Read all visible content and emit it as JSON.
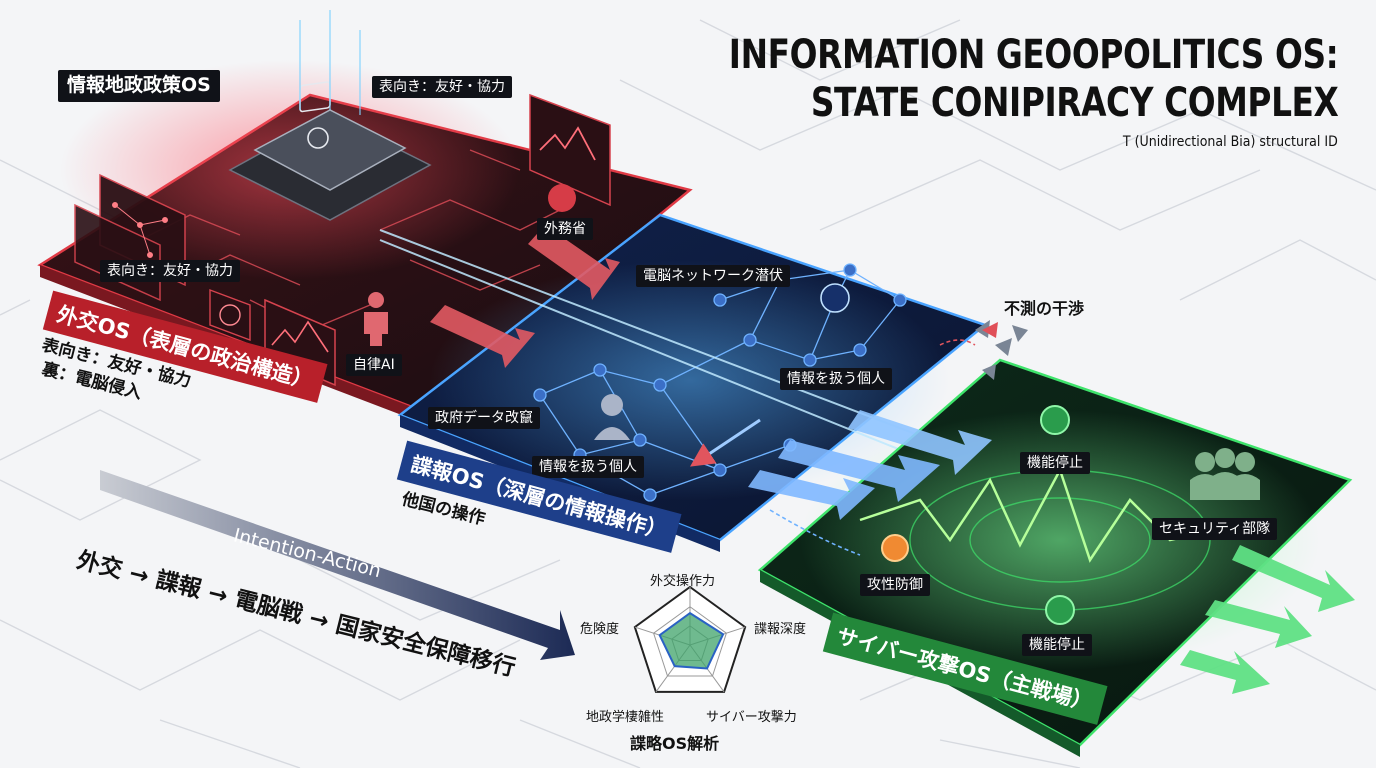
{
  "title": {
    "line1": "INFORMATION GEOOPOLITICS OS:",
    "line2": "STATE CONIPIRACY COMPLEX",
    "subtitle": "T (Unidirectional Bia) structural ID"
  },
  "layers": {
    "diplomacy": {
      "band": "外交OS（表層の政治構造）",
      "chip_label": "情報地政政策OS",
      "surface_top": "表向き：友好・協力",
      "surface_left": "表向き：友好・協力",
      "ministry": "外務省",
      "autonomous_ai": "自律AI",
      "desc_line1": "表向き：友好・協力",
      "desc_line2": "裏：電脳侵入",
      "color": "#c8262f"
    },
    "intelligence": {
      "band": "諜報OS（深層の情報操作）",
      "network": "電脳ネットワーク潜伏",
      "individual_top": "情報を扱う個人",
      "data_tamper": "政府データ改竄",
      "individual_bottom": "情報を扱う個人",
      "desc": "他国の操作",
      "color": "#2a5fd0"
    },
    "cyber": {
      "band": "サイバー攻撃OS（主戦場）",
      "interference": "不測の干渉",
      "shutdown_top": "機能停止",
      "security_team": "セキュリティ部隊",
      "offensive_defense": "攻性防御",
      "shutdown_bottom": "機能停止",
      "color": "#2fbf5a"
    }
  },
  "flow": {
    "sequence": "外交 → 諜報 → 電脳戦 → 国家安全保障移行",
    "arrow_label": "Intention-Action"
  },
  "radar": {
    "title": "諜略OS解析",
    "axes": [
      "外交操作力",
      "諜報深度",
      "サイバー攻撃力",
      "地政学棲雑性",
      "危険度"
    ],
    "values": [
      0.55,
      0.6,
      0.5,
      0.45,
      0.55
    ]
  }
}
